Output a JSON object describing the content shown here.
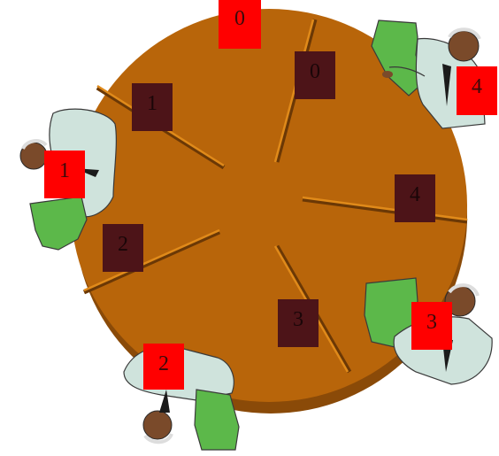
{
  "scene": {
    "table_color": "#b8650a",
    "table_edge_color": "#8a4a08",
    "chopstick_color": "#e08a1a",
    "paper_color": "#5cb84a",
    "philosopher_label_color": "#ff0000",
    "chopstick_label_color": "#4d1418"
  },
  "philosophers": [
    {
      "label": "0"
    },
    {
      "label": "1"
    },
    {
      "label": "2"
    },
    {
      "label": "3"
    },
    {
      "label": "4"
    }
  ],
  "chopsticks": [
    {
      "label": "0"
    },
    {
      "label": "1"
    },
    {
      "label": "2"
    },
    {
      "label": "3"
    },
    {
      "label": "4"
    }
  ]
}
